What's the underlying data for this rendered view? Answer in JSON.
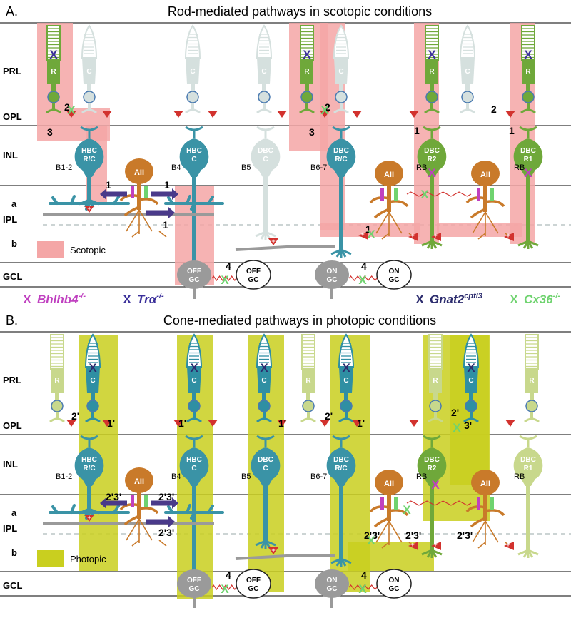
{
  "panelA": {
    "letter": "A.",
    "title": "Rod-mediated pathways in scotopic conditions",
    "legend_label": "Scotopic",
    "highlight_color": "#f4a6a6"
  },
  "panelB": {
    "letter": "B.",
    "title": "Cone-mediated pathways in photopic conditions",
    "legend_label": "Photopic",
    "highlight_color": "#c9cf1f"
  },
  "layers": {
    "prl": "PRL",
    "opl": "OPL",
    "inl": "INL",
    "a": "a",
    "ipl": "IPL",
    "b": "b",
    "gcl": "GCL"
  },
  "cell_labels": {
    "rod": "R",
    "cone": "C",
    "hbc_rc": [
      "HBC",
      "R/C"
    ],
    "hbc_c": [
      "HBC",
      "C"
    ],
    "dbc_c": [
      "DBC",
      "C"
    ],
    "dbc_rc": [
      "DBC",
      "R/C"
    ],
    "dbc_r2": [
      "DBC",
      "R2"
    ],
    "dbc_r1": [
      "DBC",
      "R1"
    ],
    "aii": "AII",
    "off_gc": [
      "OFF",
      "GC"
    ],
    "on_gc": [
      "ON",
      "GC"
    ]
  },
  "type_labels": {
    "b12": "B1-2",
    "b4": "B4",
    "b5": "B5",
    "b67": "B6-7",
    "rb": "RB"
  },
  "pathway_numbers_A": [
    "1",
    "2",
    "3",
    "4"
  ],
  "pathway_numbers_B": [
    "1'",
    "2'",
    "3'",
    "2'3'",
    "4"
  ],
  "mutants": [
    {
      "base": "Bhlhb4",
      "sup": "-/-",
      "color": "#c040c0"
    },
    {
      "base": "Trα",
      "sup": "-/-",
      "color": "#3a2f9a"
    },
    {
      "base": "Gnat2",
      "sup": "cpfl3",
      "color": "#2c2c6e"
    },
    {
      "base": "Cx36",
      "sup": "-/-",
      "color": "#6fd36f"
    }
  ],
  "colors": {
    "rod": "#6fa83a",
    "cone": "#2f8fa3",
    "bipolar": "#3a93a6",
    "aii": "#c97a2a",
    "gc": "#9a9a9a",
    "ghost": "#d5e0de",
    "sign": "#d2322e"
  }
}
